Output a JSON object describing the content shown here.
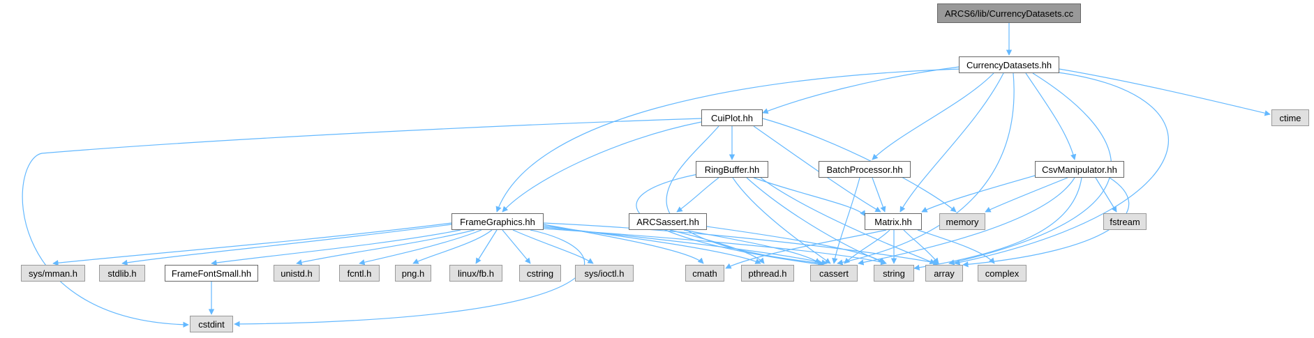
{
  "colors": {
    "edge": "#63b8ff",
    "root_fill": "#999999",
    "sys_fill": "#e0e0e0",
    "file_fill": "#ffffff"
  },
  "nodes": {
    "root": "ARCS6/lib/CurrencyDatasets.cc",
    "currency_datasets_hh": "CurrencyDatasets.hh",
    "cuiplot_hh": "CuiPlot.hh",
    "ctime": "ctime",
    "ringbuffer_hh": "RingBuffer.hh",
    "batchprocessor_hh": "BatchProcessor.hh",
    "csvmanipulator_hh": "CsvManipulator.hh",
    "framegraphics_hh": "FrameGraphics.hh",
    "arcsassert_hh": "ARCSassert.hh",
    "matrix_hh": "Matrix.hh",
    "memory": "memory",
    "fstream": "fstream",
    "sys_mman_h": "sys/mman.h",
    "stdlib_h": "stdlib.h",
    "framefontsmall_hh": "FrameFontSmall.hh",
    "unistd_h": "unistd.h",
    "fcntl_h": "fcntl.h",
    "png_h": "png.h",
    "linux_fb_h": "linux/fb.h",
    "cstring": "cstring",
    "sys_ioctl_h": "sys/ioctl.h",
    "cmath": "cmath",
    "pthread_h": "pthread.h",
    "cassert": "cassert",
    "string": "string",
    "array": "array",
    "complex": "complex",
    "cstdint": "cstdint"
  }
}
